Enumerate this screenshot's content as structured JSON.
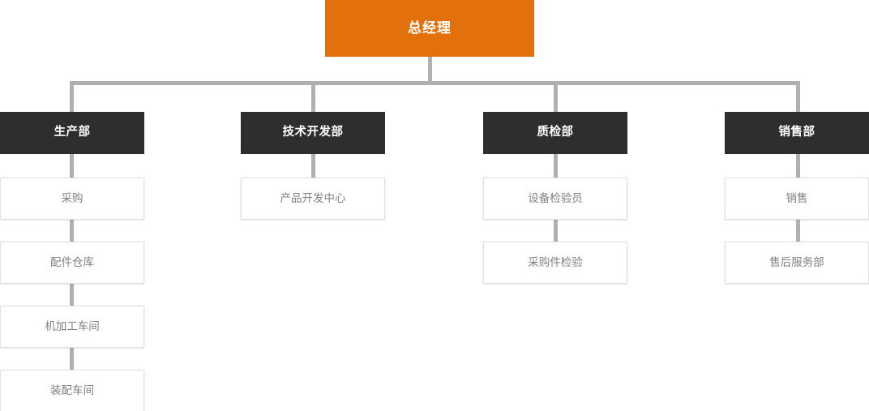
{
  "chart_data": {
    "type": "diagram",
    "title": "",
    "orientation": "top-down",
    "colors": {
      "root_bg": "#e2710b",
      "root_text": "#ffffff",
      "dept_bg": "#2e2e2e",
      "dept_text": "#ffffff",
      "sub_bg": "#ffffff",
      "sub_text": "#808080",
      "sub_border": "#e0e0e0",
      "connector": "#b0b0b0",
      "page_bg": "#ffffff"
    },
    "root": {
      "label": "总经理"
    },
    "branches": [
      {
        "label": "生产部",
        "children": [
          {
            "label": "采购"
          },
          {
            "label": "配件仓库"
          },
          {
            "label": "机加工车间"
          },
          {
            "label": "装配车间"
          }
        ]
      },
      {
        "label": "技术开发部",
        "children": [
          {
            "label": "产品开发中心"
          }
        ]
      },
      {
        "label": "质检部",
        "children": [
          {
            "label": "设备检验员"
          },
          {
            "label": "采购件检验"
          }
        ]
      },
      {
        "label": "销售部",
        "children": [
          {
            "label": "销售"
          },
          {
            "label": "售后服务部"
          }
        ]
      }
    ]
  }
}
